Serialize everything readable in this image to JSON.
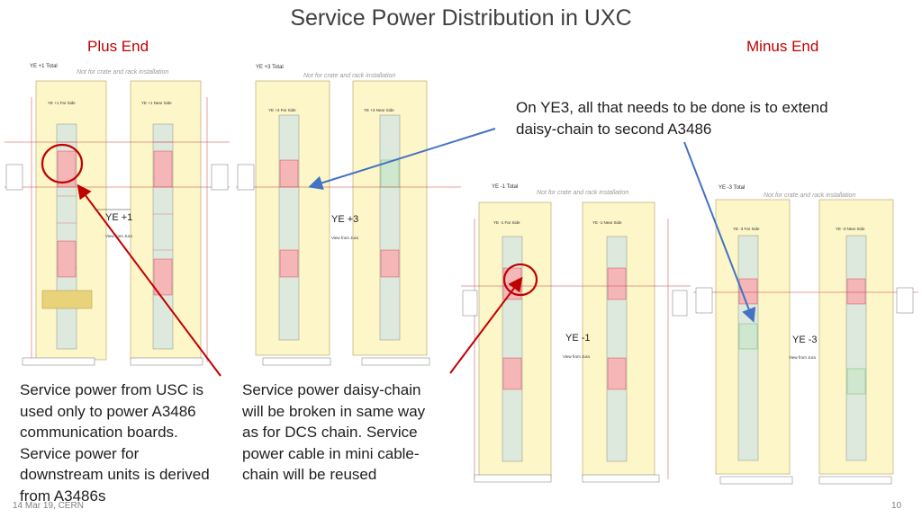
{
  "slide": {
    "title": "Service Power Distribution in UXC",
    "plus_end": "Plus End",
    "minus_end": "Minus End",
    "callout_ye3": "On YE3, all that needs to be done is to extend daisy-chain to second A3486",
    "callout_usc": "Service power from USC is used only to power A3486 communication boards. Service power for downstream units is derived from A3486s",
    "callout_daisy": "Service power daisy-chain will be broken in same way as for DCS chain. Service power cable in mini cable-chain will be reused",
    "date": "14 Mar 19, CERN",
    "page_number": "10"
  },
  "diagrams": [
    {
      "id": "ye_plus1",
      "name": "YE +1 Total",
      "note": "Not for crate and rack installation",
      "wheel": "YE +1",
      "view": "View from Jura",
      "far": "YE +1 Far Side",
      "near": "YE +1 Near Side"
    },
    {
      "id": "ye_plus3",
      "name": "YE +3 Total",
      "note": "Not for crate and rack installation",
      "wheel": "YE +3",
      "view": "View from Jura",
      "far": "YE +3 Far Side",
      "near": "YE +3 Near Side"
    },
    {
      "id": "ye_minus1",
      "name": "YE -1 Total",
      "note": "Not for crate and rack installation",
      "wheel": "YE -1",
      "view": "View from Jura",
      "far": "YE -1 Far Side",
      "near": "YE -1 Near Side"
    },
    {
      "id": "ye_minus3",
      "name": "YE -3 Total",
      "note": "Not for crate and rack installation",
      "wheel": "YE -3",
      "view": "View from Jura",
      "far": "YE -3 Far Side",
      "near": "YE -3 Near Side"
    }
  ],
  "colors": {
    "title": "#404040",
    "accent_red": "#c00000",
    "arrow_red": "#c00000",
    "arrow_blue": "#4472c4",
    "panel": "#fdf6c8"
  }
}
